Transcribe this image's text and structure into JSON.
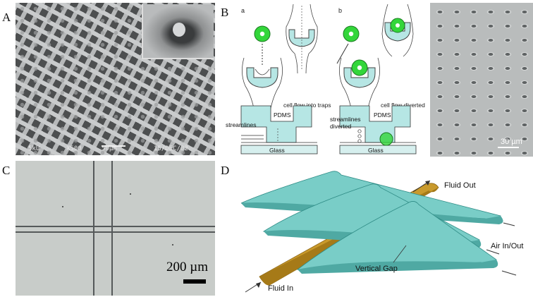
{
  "panels": {
    "a": "A",
    "b": "B",
    "c": "C",
    "d": "D"
  },
  "panel_a": {
    "sem_text_1": "5kU",
    "sem_text_2": "X500",
    "sem_text_3": "50µm",
    "sem_text_4": "15/DEC/02"
  },
  "panel_b": {
    "sub_a": "a",
    "sub_b": "b",
    "caption_a": "cell flow into traps",
    "caption_b": "cell flow diverted",
    "pdms": "PDMS",
    "glass": "Glass",
    "streamlines": "streamlines",
    "streamlines_diverted_1": "streamlines",
    "streamlines_diverted_2": "diverted",
    "trap_scale": "30 µm"
  },
  "panel_c": {
    "scale": "200 µm"
  },
  "panel_d": {
    "fluid_out": "Fluid Out",
    "air": "Air In/Out",
    "vertical_gap": "Vertical Gap",
    "fluid_in": "Fluid In"
  },
  "colors": {
    "cyan": "#b6e6e4",
    "green": "#33d63a",
    "channel": "#6fc9c4",
    "gold": "#c99a2c"
  }
}
